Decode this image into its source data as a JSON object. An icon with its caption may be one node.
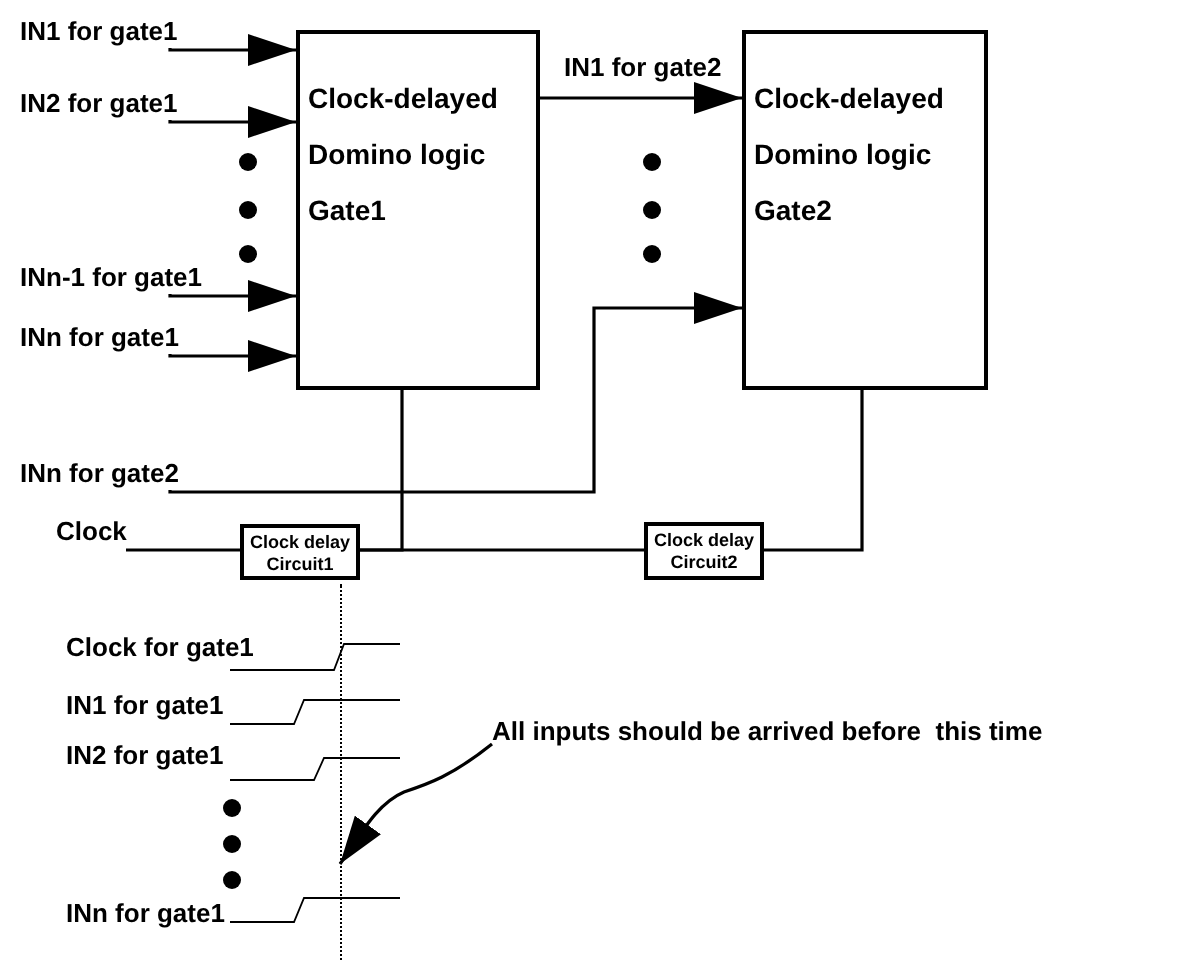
{
  "diagram": {
    "nodes": [
      {
        "text": [
          "Clock-delayed Domino logic Gate1"
        ]
      },
      {
        "text": [
          "Clock-delayed Domino logic Gate2"
        ]
      },
      {
        "text": [
          "Clock delay Circuit1"
        ]
      },
      {
        "text": [
          "Clock delay Circuit2"
        ]
      },
      {
        "text": [
          "IN1 for gate1"
        ]
      },
      {
        "text": [
          "IN2 for gate1"
        ]
      },
      {
        "text": [
          "INn-1 for gate1"
        ]
      },
      {
        "text": [
          "INn for gate1"
        ]
      },
      {
        "text": [
          "INn for gate2"
        ]
      },
      {
        "text": [
          "Clock"
        ]
      },
      {
        "text": [
          "All inputs should be arrived before  this time"
        ]
      },
      {
        "text": [],
        "shape": "line"
      }
    ],
    "edges": [
      {
        "from": 4,
        "to": 0,
        "arrow": "to"
      },
      {
        "from": 5,
        "to": 0,
        "arrow": "to"
      },
      {
        "from": 6,
        "to": 0,
        "arrow": "to"
      },
      {
        "from": 7,
        "to": 0,
        "arrow": "to"
      },
      {
        "from": 0,
        "to": 1,
        "arrow": "to",
        "label": "IN1 for gate2"
      },
      {
        "from": 8,
        "to": 1,
        "arrow": "to"
      },
      {
        "from": 9,
        "to": 2,
        "arrow": "none"
      },
      {
        "from": 2,
        "to": 0,
        "arrow": "none"
      },
      {
        "from": 2,
        "to": 3,
        "arrow": "none"
      },
      {
        "from": 3,
        "to": 1,
        "arrow": "none"
      },
      {
        "from": 10,
        "to": 11,
        "arrow": "to"
      }
    ],
    "labels": [
      "Clock for gate1",
      "IN1 for gate1",
      "IN2 for gate1",
      "INn for gate1"
    ]
  }
}
